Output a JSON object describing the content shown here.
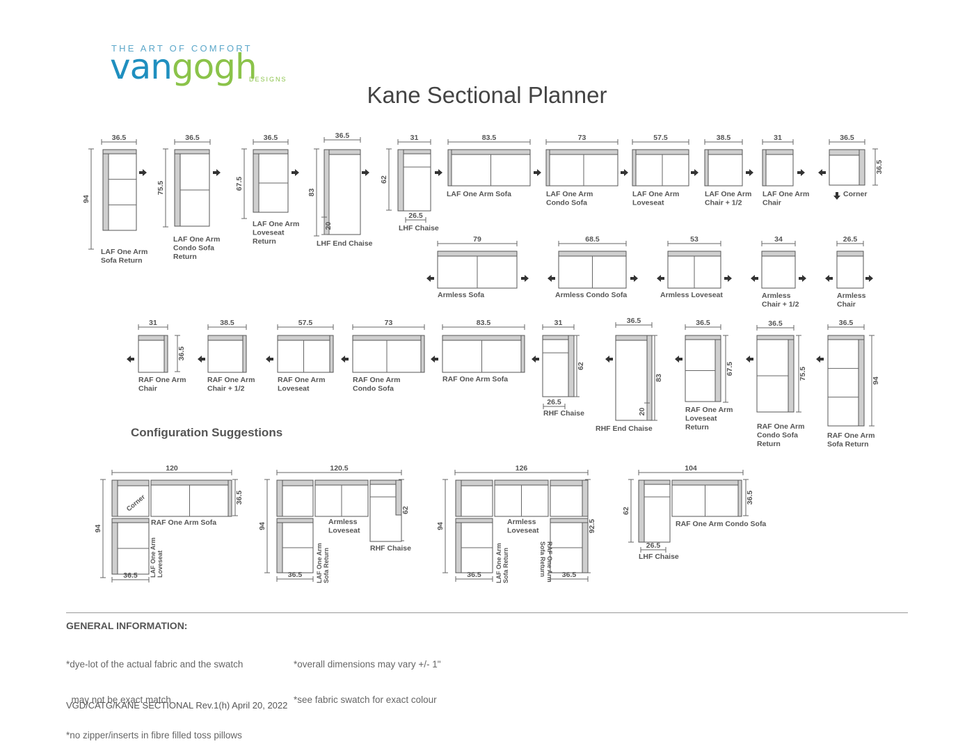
{
  "logo": {
    "tagline": "THE ART OF COMFORT",
    "word_part1": "van",
    "word_part2": "gogh",
    "sub": "DESIGNS"
  },
  "title": "Kane Sectional Planner",
  "pieces": {
    "laf_sofa_return": {
      "label": [
        "LAF One Arm",
        "Sofa Return"
      ],
      "w": "36.5",
      "d": "94"
    },
    "laf_condo_return": {
      "label": [
        "LAF One Arm",
        "Condo Sofa",
        "Return"
      ],
      "w": "36.5",
      "d": "75.5"
    },
    "laf_love_return": {
      "label": [
        "LAF One Arm",
        "Loveseat",
        "Return"
      ],
      "w": "36.5",
      "d": "67.5"
    },
    "lhf_end_chaise": {
      "label": [
        "LHF End Chaise"
      ],
      "w": "36.5",
      "d": "83",
      "h": "20"
    },
    "lhf_chaise": {
      "label": [
        "LHF Chaise"
      ],
      "w": "31",
      "d": "62",
      "b": "26.5"
    },
    "laf_sofa": {
      "label": [
        "LAF One Arm Sofa"
      ],
      "w": "83.5"
    },
    "laf_condo": {
      "label": [
        "LAF One Arm",
        "Condo Sofa"
      ],
      "w": "73"
    },
    "laf_love": {
      "label": [
        "LAF One Arm",
        "Loveseat"
      ],
      "w": "57.5"
    },
    "laf_chair_half": {
      "label": [
        "LAF One Arm",
        "Chair + 1/2"
      ],
      "w": "38.5"
    },
    "laf_chair": {
      "label": [
        "LAF One Arm",
        "Chair"
      ],
      "w": "31"
    },
    "corner": {
      "label": [
        "Corner"
      ],
      "w": "36.5",
      "d": "36.5"
    },
    "armless_sofa": {
      "label": [
        "Armless Sofa"
      ],
      "w": "79"
    },
    "armless_condo": {
      "label": [
        "Armless Condo Sofa"
      ],
      "w": "68.5"
    },
    "armless_love": {
      "label": [
        "Armless Loveseat"
      ],
      "w": "53"
    },
    "armless_chair_half": {
      "label": [
        "Armless",
        "Chair + 1/2"
      ],
      "w": "34"
    },
    "armless_chair": {
      "label": [
        "Armless",
        "Chair"
      ],
      "w": "26.5"
    },
    "raf_chair": {
      "label": [
        "RAF One Arm",
        "Chair"
      ],
      "w": "31",
      "d": "36.5"
    },
    "raf_chair_half": {
      "label": [
        "RAF One Arm",
        "Chair + 1/2"
      ],
      "w": "38.5"
    },
    "raf_love": {
      "label": [
        "RAF One Arm",
        "Loveseat"
      ],
      "w": "57.5"
    },
    "raf_condo": {
      "label": [
        "RAF One Arm",
        "Condo Sofa"
      ],
      "w": "73"
    },
    "raf_sofa": {
      "label": [
        "RAF One Arm Sofa"
      ],
      "w": "83.5"
    },
    "rhf_chaise": {
      "label": [
        "RHF Chaise"
      ],
      "w": "31",
      "d": "62",
      "b": "26.5"
    },
    "rhf_end_chaise": {
      "label": [
        "RHF End Chaise"
      ],
      "w": "36.5",
      "d": "83",
      "h": "20"
    },
    "raf_love_return": {
      "label": [
        "RAF One Arm",
        "Loveseat",
        "Return"
      ],
      "w": "36.5",
      "d": "67.5"
    },
    "raf_condo_return": {
      "label": [
        "RAF One Arm",
        "Condo Sofa",
        "Return"
      ],
      "w": "36.5",
      "d": "75.5"
    },
    "raf_sofa_return": {
      "label": [
        "RAF One Arm",
        "Sofa Return"
      ],
      "w": "36.5",
      "d": "94"
    }
  },
  "config_title": "Configuration Suggestions",
  "configs": {
    "c1": {
      "top": "120",
      "side": "94",
      "right": "36.5",
      "bottom": "36.5",
      "corner": "Corner",
      "sofa": "RAF One Arm Sofa",
      "love": [
        "LAF One Arm",
        "Loveseat"
      ]
    },
    "c2": {
      "top": "120.5",
      "side": "94",
      "right": "62",
      "bottom": "36.5",
      "love": [
        "Armless",
        "Loveseat"
      ],
      "chaise": "RHF Chaise",
      "ret": [
        "LAF One Arm",
        "Sofa Return"
      ]
    },
    "c3": {
      "top": "126",
      "side": "94",
      "right": "92.5",
      "bl": "36.5",
      "br": "36.5",
      "love": [
        "Armless",
        "Loveseat"
      ],
      "lret": [
        "LAF One Arm",
        "Sofa Return"
      ],
      "rret": [
        "RAF One Arm",
        "Sofa Return"
      ]
    },
    "c4": {
      "top": "104",
      "side": "62",
      "right": "36.5",
      "bottom": "26.5",
      "sofa": "RAF One Arm Condo Sofa",
      "chaise": "LHF Chaise"
    }
  },
  "general": {
    "title": "GENERAL INFORMATION:",
    "col1": [
      "*dye-lot of the actual fabric and the swatch",
      "  may not be exact match",
      "*no zipper/inserts in fibre filled toss pillows"
    ],
    "col2": [
      "*overall dimensions may vary +/- 1\"",
      "*see fabric swatch for exact colour"
    ]
  },
  "footer": "VGD/CATG/KANE SECTIONAL Rev.1(h)  April 20, 2022"
}
